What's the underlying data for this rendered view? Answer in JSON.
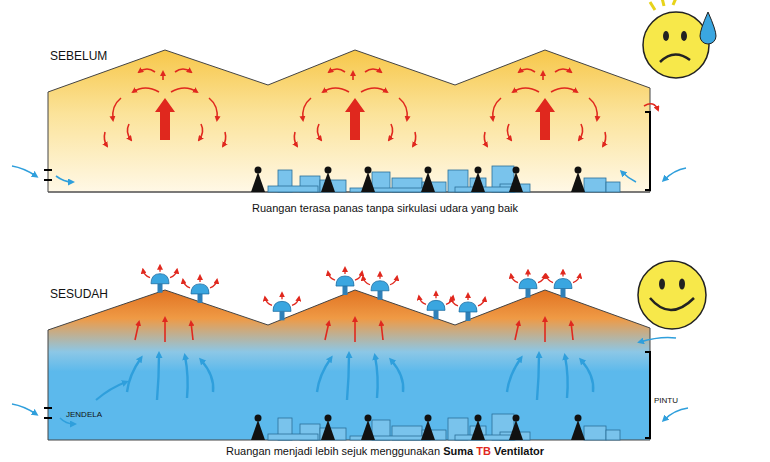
{
  "diagram": {
    "labels": [
      "SEBELUM",
      "Ruangan terasa panas tanpa sirkulasi udara yang baik",
      "SESUDAH",
      "JENDELA",
      "PINTU",
      "Ruangan menjadi lebih sejuk menggunakan",
      "Suma",
      "TB",
      "Ventilator"
    ]
  }
}
